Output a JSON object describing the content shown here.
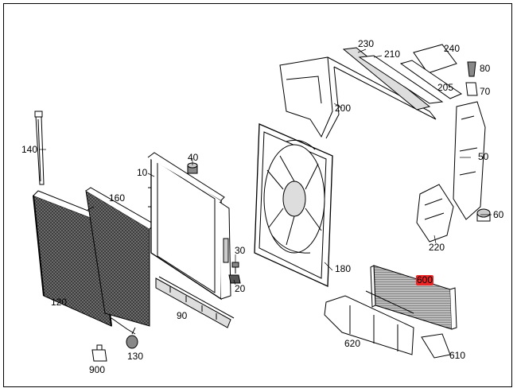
{
  "diagram": {
    "highlight_color": "#ee2424",
    "callouts": [
      {
        "id": "230",
        "label": "230"
      },
      {
        "id": "210",
        "label": "210"
      },
      {
        "id": "240",
        "label": "240"
      },
      {
        "id": "80",
        "label": "80"
      },
      {
        "id": "205",
        "label": "205"
      },
      {
        "id": "70",
        "label": "70"
      },
      {
        "id": "200",
        "label": "200"
      },
      {
        "id": "140",
        "label": "140"
      },
      {
        "id": "50",
        "label": "50"
      },
      {
        "id": "40",
        "label": "40"
      },
      {
        "id": "10",
        "label": "10"
      },
      {
        "id": "160",
        "label": "160"
      },
      {
        "id": "60",
        "label": "60"
      },
      {
        "id": "220",
        "label": "220"
      },
      {
        "id": "30",
        "label": "30"
      },
      {
        "id": "180",
        "label": "180"
      },
      {
        "id": "600",
        "label": "600",
        "highlighted": true
      },
      {
        "id": "20",
        "label": "20"
      },
      {
        "id": "120",
        "label": "120"
      },
      {
        "id": "90",
        "label": "90"
      },
      {
        "id": "620",
        "label": "620"
      },
      {
        "id": "130",
        "label": "130"
      },
      {
        "id": "610",
        "label": "610"
      },
      {
        "id": "900",
        "label": "900"
      }
    ]
  }
}
